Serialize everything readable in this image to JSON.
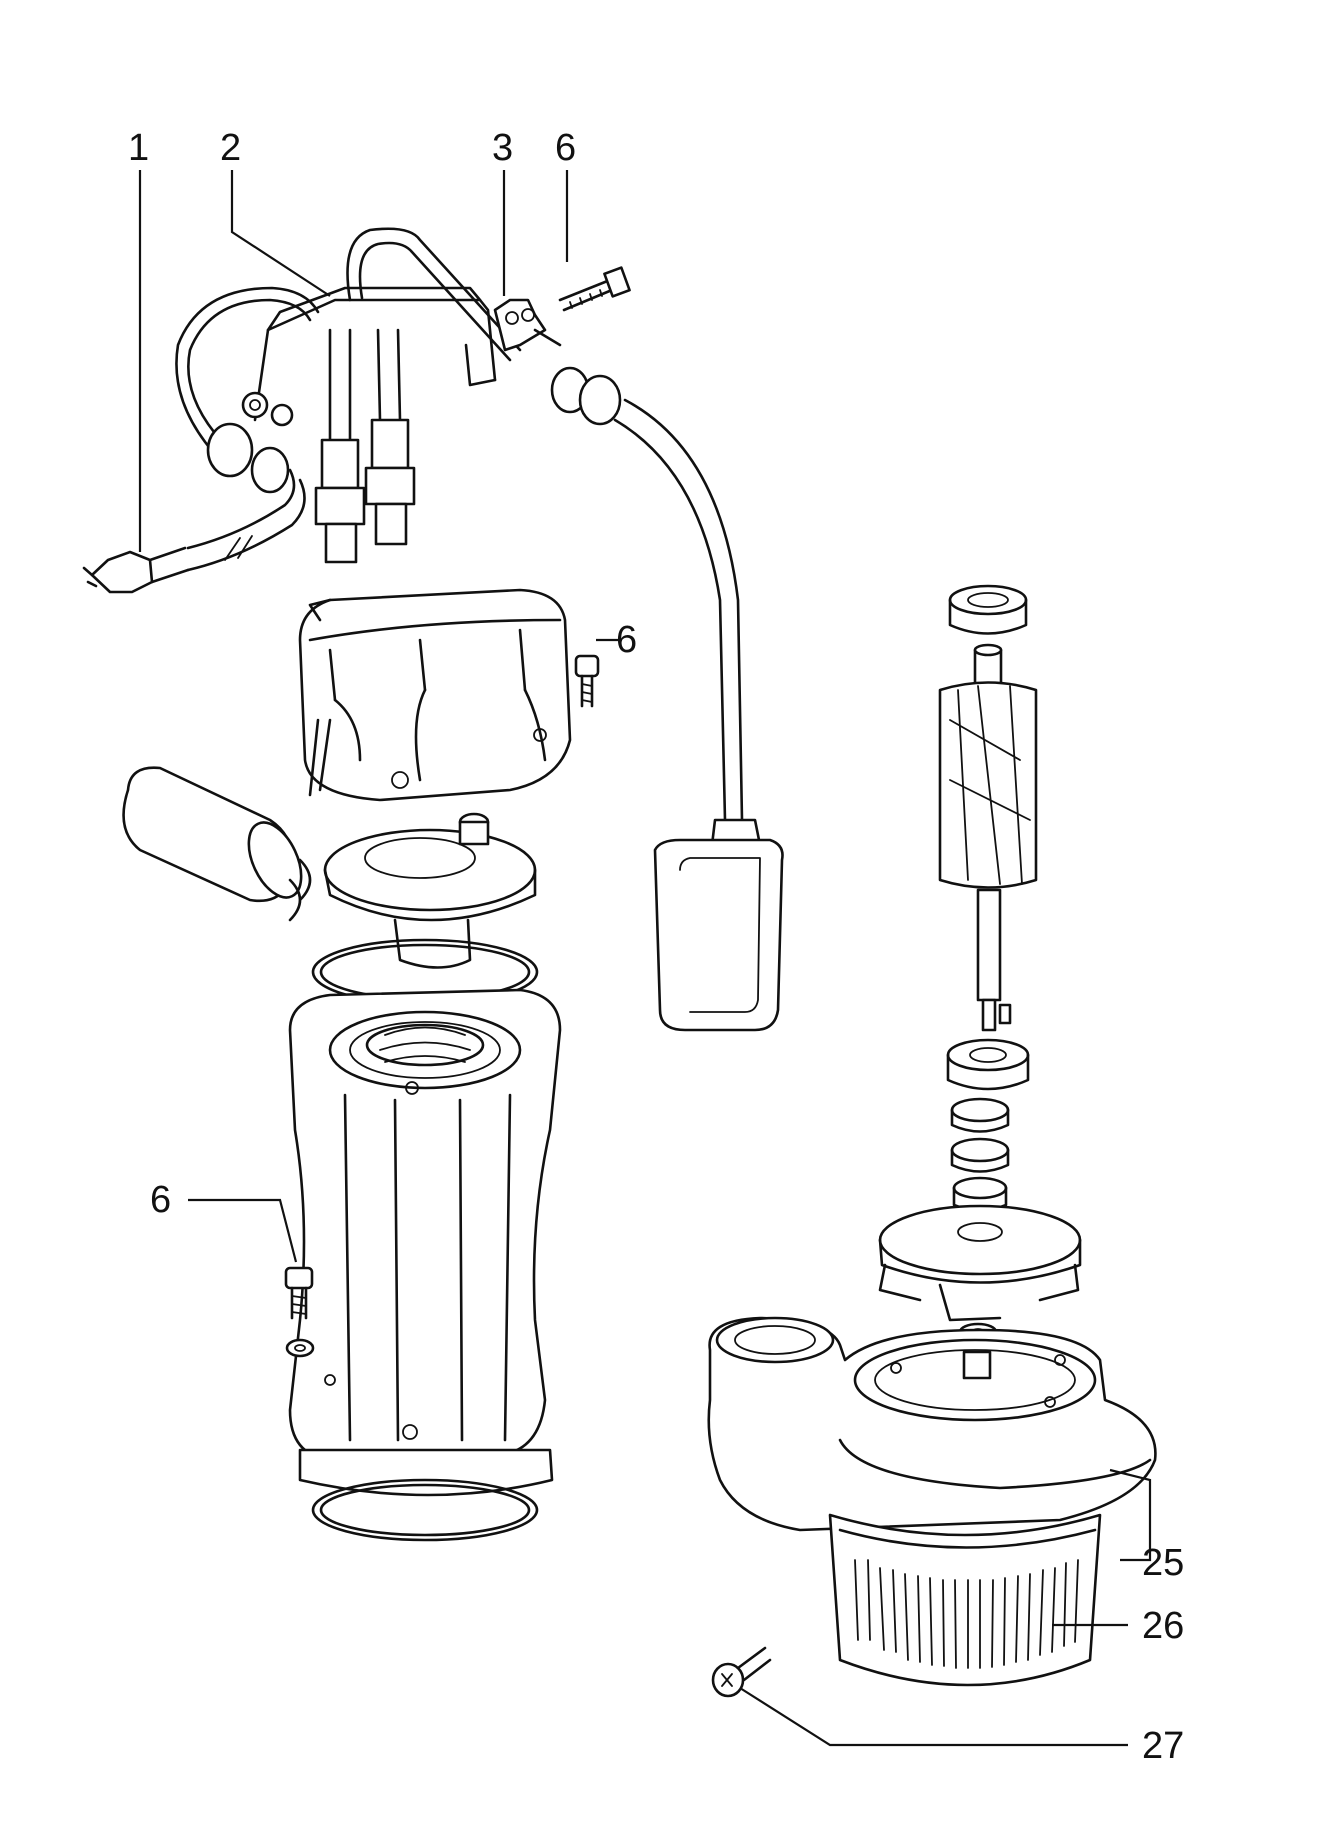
{
  "callouts": {
    "c1": "1",
    "c2": "2",
    "c3": "3",
    "c6_top": "6",
    "c6_mid": "6",
    "c6_left": "6",
    "c25": "25",
    "c26": "26",
    "c27": "27"
  }
}
